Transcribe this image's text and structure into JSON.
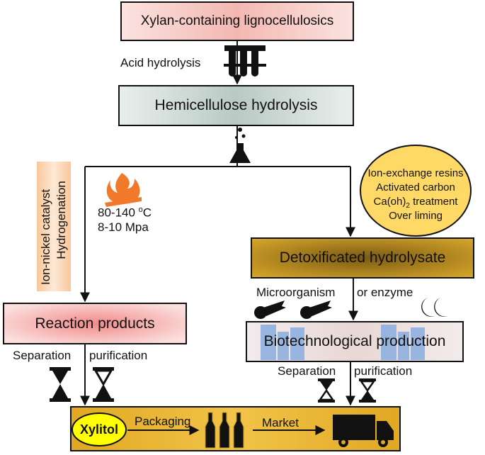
{
  "nodes": {
    "xylan": "Xylan-containing lignocellulosics",
    "hemicellulose": "Hemicellulose hydrolysis",
    "reaction_products": "Reaction products",
    "detoxificated": "Detoxificated hydrolysate",
    "biotech": "Biotechnological production",
    "xylitol": "Xylitol"
  },
  "edges": {
    "acid_hydrolysis": "Acid hydrolysis",
    "catalyst_line1": "Ion-nickel catalyst",
    "catalyst_line2": "Hydrogenation",
    "temperature_value": "80-140",
    "temperature_sup": "o",
    "temperature_unit": "C",
    "pressure": "8-10 Mpa",
    "microorganism": "Microorganism",
    "or_enzyme": "or enzyme",
    "separation_left": "Separation",
    "purification_left": "purification",
    "separation_right": "Separation",
    "purification_right": "purification",
    "packaging": "Packaging",
    "market": "Market"
  },
  "treatment": {
    "line1": "Ion-exchange resins",
    "line2": "Activated carbon",
    "line3_pre": "Ca(oh)",
    "line3_sub": "2",
    "line3_post": " treatment",
    "line4": "Over liming"
  },
  "colors": {
    "pink": "#f5c4c0",
    "gray_teal": "#c9d6d2",
    "gold": "#c99a1e",
    "dark_gold": "#7a5a10",
    "ellipse_yellow": "#ffd966",
    "xylitol_yellow": "#ffff00",
    "flame": "#f07a2a",
    "building_blue": "#8fb0e0"
  },
  "icons": [
    "test-tubes-icon",
    "flask-icon",
    "flame-icon",
    "comet-icon",
    "moon-icon",
    "building-icon",
    "hourglass-icon",
    "bottle-icon",
    "truck-icon"
  ]
}
